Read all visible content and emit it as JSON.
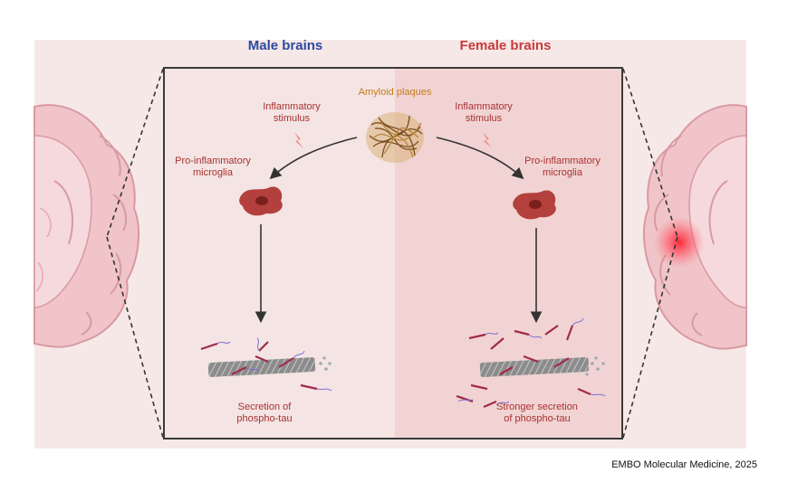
{
  "titles": {
    "male": "Male brains",
    "female": "Female brains"
  },
  "labels": {
    "amyloid": "Amyloid plaques",
    "left_stimulus": "Inflammatory\nstimulus",
    "right_stimulus": "Inflammatory\nstimulus",
    "left_microglia": "Pro-inflammatory\nmicroglia",
    "right_microglia": "Pro-inflammatory\nmicroglia",
    "left_secretion": "Secretion of\nphospho-tau",
    "right_secretion": "Stronger secretion\nof phospho-tau"
  },
  "credit": "EMBO Molecular Medicine, 2025",
  "colors": {
    "male_title": "#2a4a9e",
    "female_title": "#c63b3b",
    "label_red": "#a8322f",
    "label_orange": "#c87b18",
    "male_panel": "#f4e4e4",
    "female_panel": "#f1d3d3",
    "brain_pink": "#f0c4c8",
    "microglia": "#b3403c",
    "hotspot": "#ff2a3a"
  },
  "icons": [
    "brain-left-icon",
    "brain-right-icon",
    "amyloid-plaque-icon",
    "lightning-icon",
    "microglia-cell-icon",
    "tau-fibril-icon"
  ]
}
